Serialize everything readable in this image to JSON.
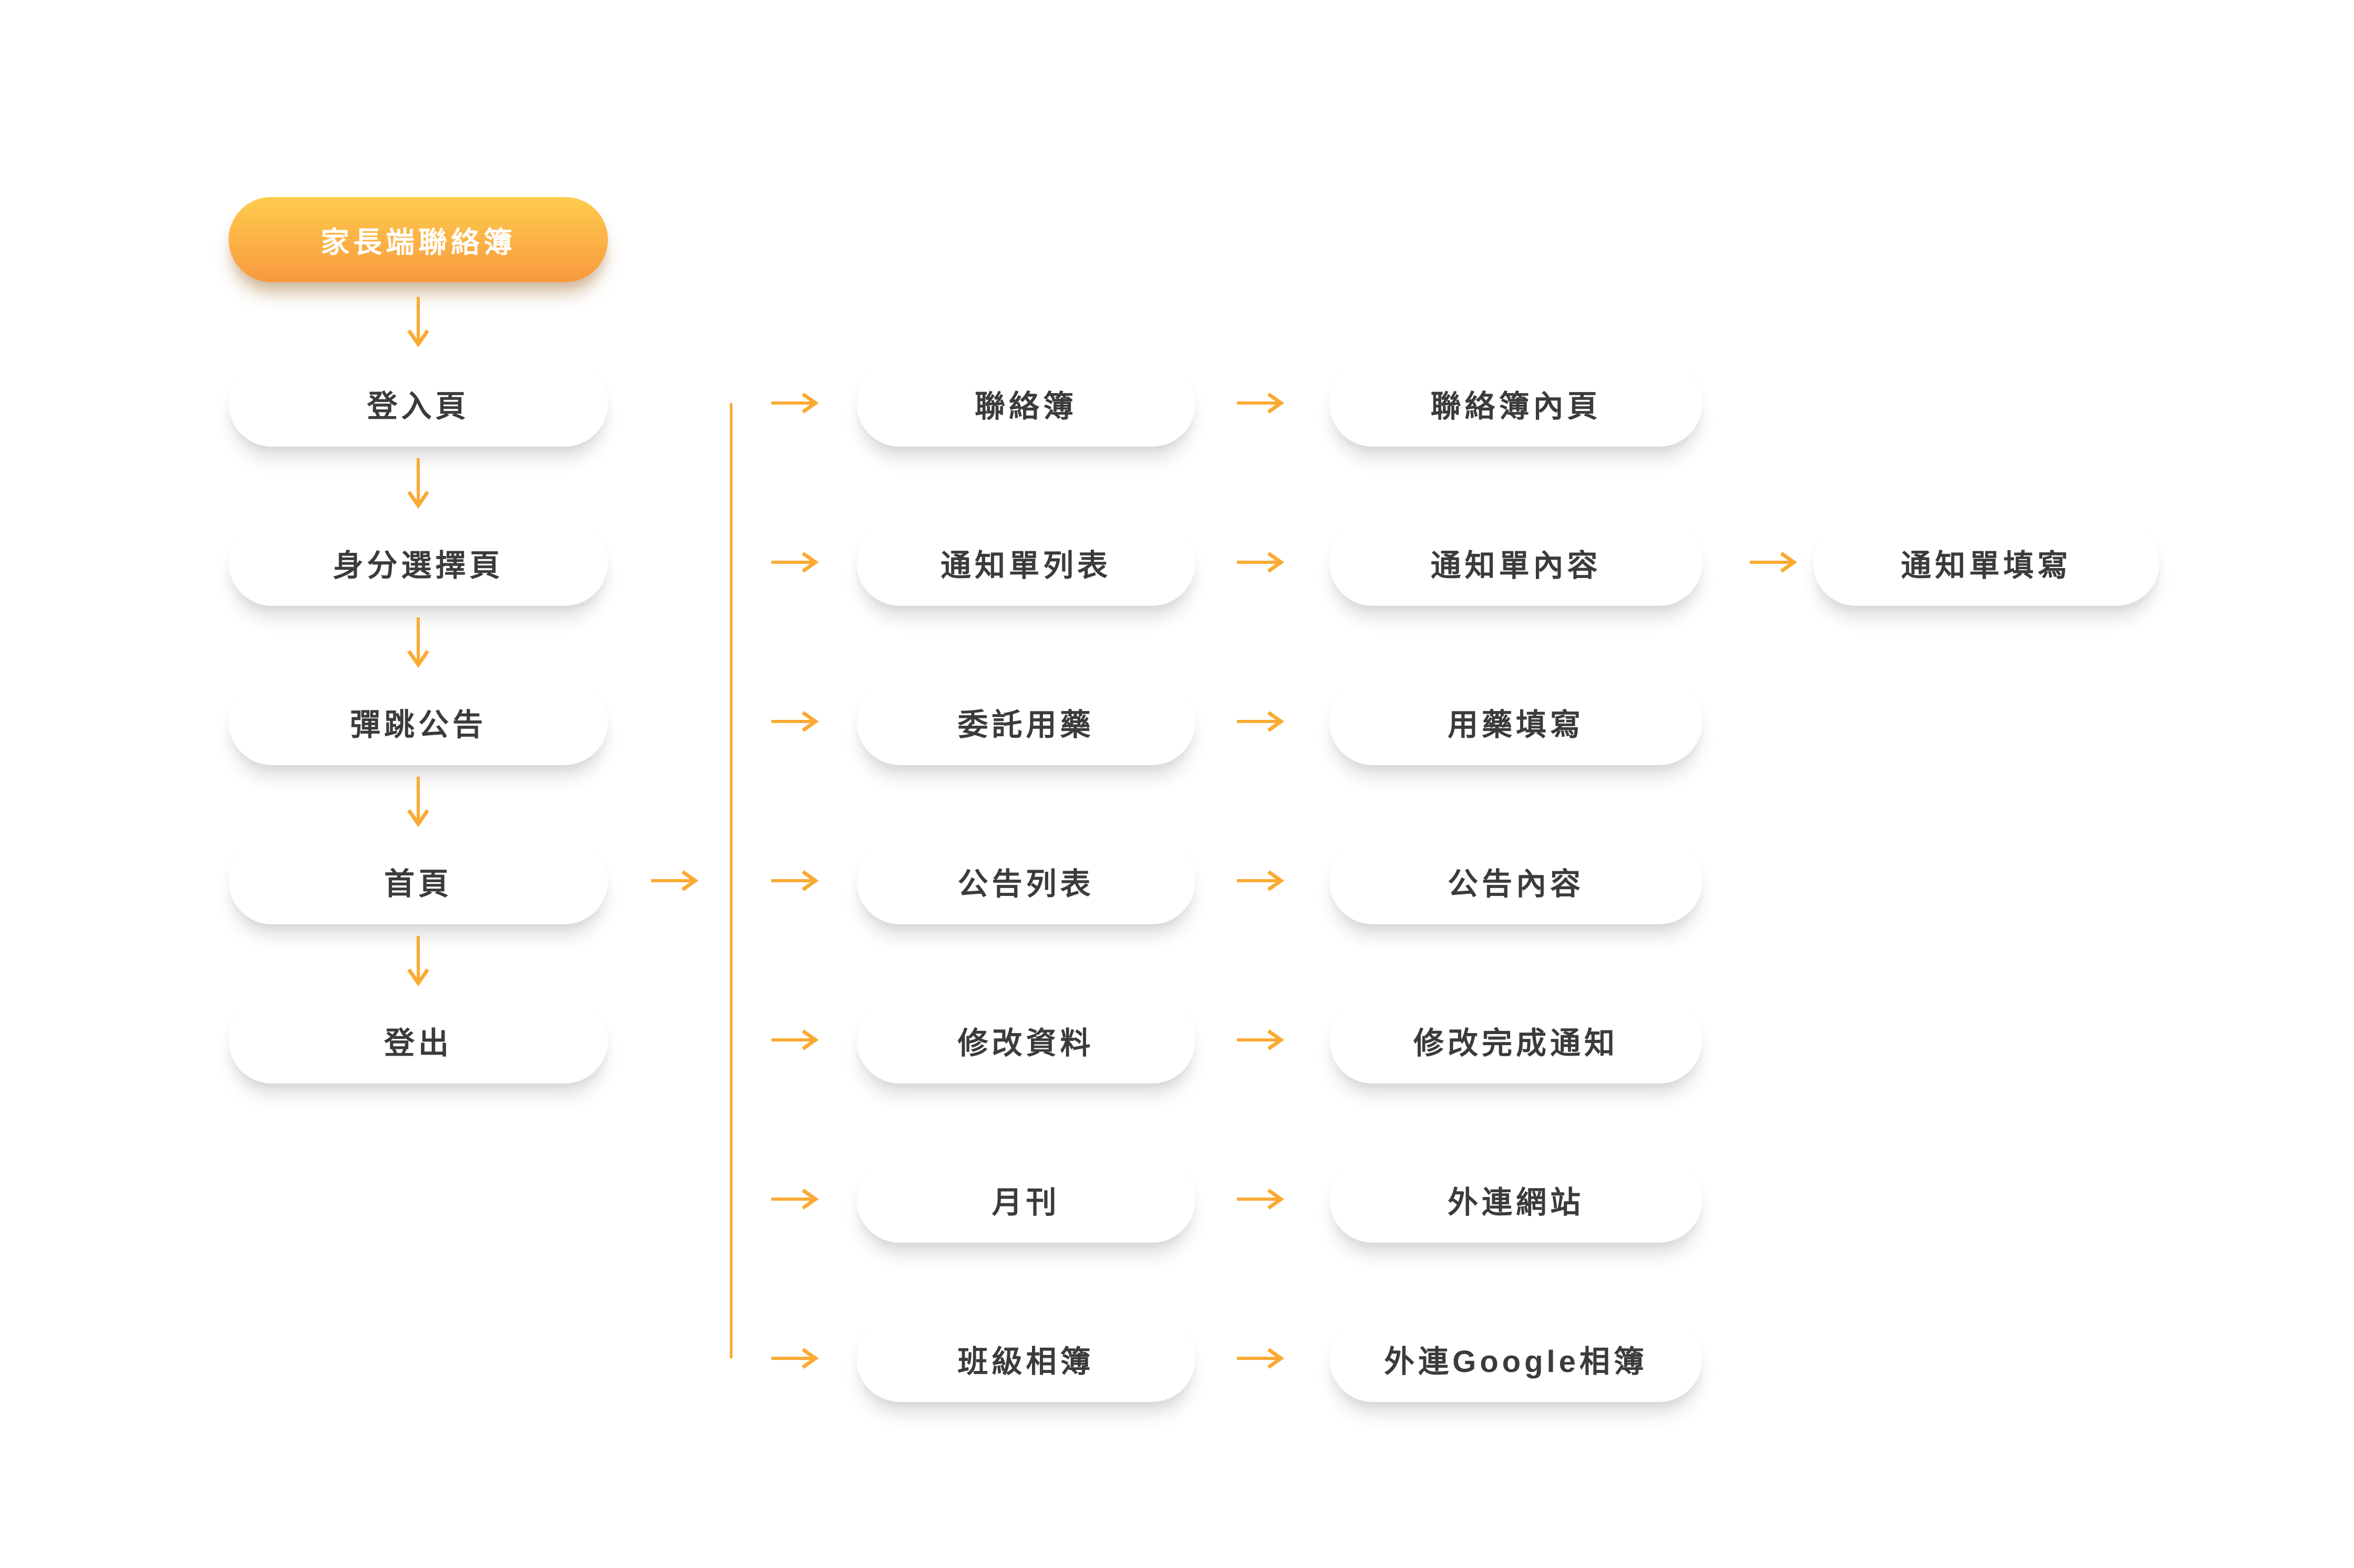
{
  "palette": {
    "accent_orange": "#FAAA33",
    "pill_gradient_top": "#FFCC4D",
    "pill_gradient_bottom": "#F8993F",
    "box_text": "#3B3B3B",
    "box_bg": "#FFFFFF",
    "page_bg": "#FFFFFF"
  },
  "root": {
    "label": "家長端聯絡簿"
  },
  "left_flow": [
    {
      "label": "登入頁"
    },
    {
      "label": "身分選擇頁"
    },
    {
      "label": "彈跳公告"
    },
    {
      "label": "首頁"
    },
    {
      "label": "登出"
    }
  ],
  "branch_rows": [
    {
      "cells": [
        {
          "label": "聯絡簿"
        },
        {
          "label": "聯絡簿內頁"
        }
      ]
    },
    {
      "cells": [
        {
          "label": "通知單列表"
        },
        {
          "label": "通知單內容"
        },
        {
          "label": "通知單填寫"
        }
      ]
    },
    {
      "cells": [
        {
          "label": "委託用藥"
        },
        {
          "label": "用藥填寫"
        }
      ]
    },
    {
      "cells": [
        {
          "label": "公告列表"
        },
        {
          "label": "公告內容"
        }
      ]
    },
    {
      "cells": [
        {
          "label": "修改資料"
        },
        {
          "label": "修改完成通知"
        }
      ]
    },
    {
      "cells": [
        {
          "label": "月刊"
        },
        {
          "label": "外連網站"
        }
      ]
    },
    {
      "cells": [
        {
          "label": "班級相簿"
        },
        {
          "label": "外連Google相簿"
        }
      ]
    }
  ]
}
